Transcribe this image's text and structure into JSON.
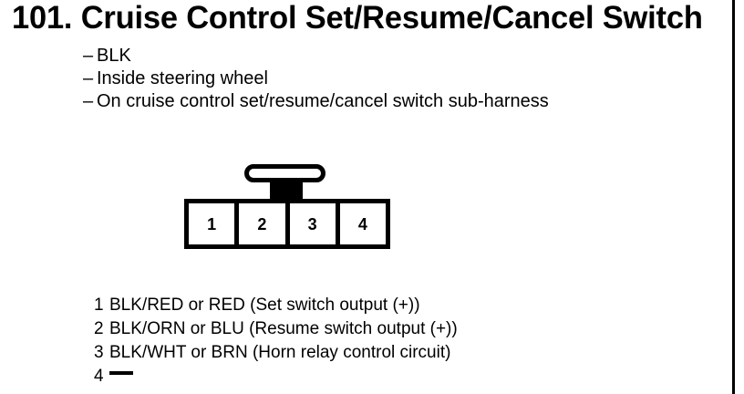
{
  "document": {
    "title": "101. Cruise Control Set/Resume/Cancel Switch",
    "number": "101.",
    "name": "Cruise Control Set/Resume/Cancel Switch"
  },
  "properties": [
    {
      "dash": "–",
      "text": "BLK"
    },
    {
      "dash": "–",
      "text": "Inside steering wheel"
    },
    {
      "dash": "–",
      "text": "On cruise control set/resume/cancel switch sub-harness"
    }
  ],
  "connector": {
    "pin_count": 4,
    "pins": [
      {
        "label": "1"
      },
      {
        "label": "2"
      },
      {
        "label": "3"
      },
      {
        "label": "4"
      }
    ],
    "latch": "t-shaped-locking-tab",
    "outline_color": "#000000",
    "fill_color": "#ffffff"
  },
  "legend": {
    "rows": [
      {
        "pin": "1",
        "desc": "BLK/RED or RED (Set switch output (+))",
        "has_dash": false
      },
      {
        "pin": "2",
        "desc": "BLK/ORN or BLU (Resume switch output (+))",
        "has_dash": false
      },
      {
        "pin": "3",
        "desc": "BLK/WHT or BRN (Horn relay control circuit)",
        "has_dash": false
      },
      {
        "pin": "4",
        "desc": "",
        "has_dash": true
      }
    ]
  },
  "colors": {
    "ink": "#000000",
    "paper": "#ffffff"
  }
}
